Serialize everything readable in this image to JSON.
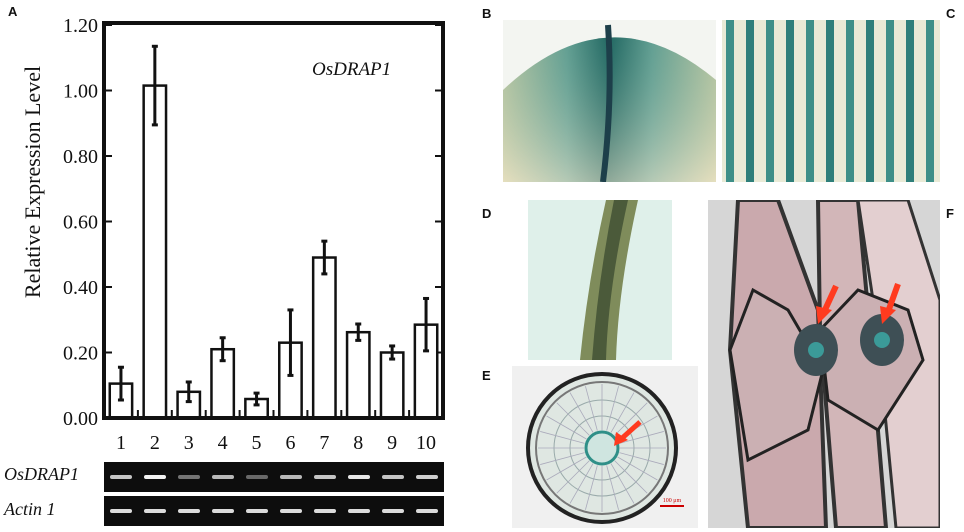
{
  "panels": {
    "A": "A",
    "B": "B",
    "C": "C",
    "D": "D",
    "E": "E",
    "F": "F"
  },
  "chart_data": {
    "type": "bar",
    "title": "OsDRAP1",
    "ylabel": "Relative Expression Level",
    "xlabel": "",
    "categories": [
      "1",
      "2",
      "3",
      "4",
      "5",
      "6",
      "7",
      "8",
      "9",
      "10"
    ],
    "values": [
      0.105,
      1.015,
      0.08,
      0.21,
      0.058,
      0.23,
      0.49,
      0.262,
      0.2,
      0.285
    ],
    "errors": [
      0.05,
      0.12,
      0.03,
      0.035,
      0.018,
      0.1,
      0.05,
      0.025,
      0.02,
      0.08
    ],
    "ylim": [
      0,
      1.2
    ],
    "yticks": [
      "0.00",
      "0.20",
      "0.40",
      "0.60",
      "0.80",
      "1.00",
      "1.20"
    ],
    "ytick_values": [
      0,
      0.2,
      0.4,
      0.6,
      0.8,
      1.0,
      1.2
    ],
    "grid": false
  },
  "gel": {
    "rows": [
      {
        "label": "OsDRAP1",
        "intensity": [
          0.8,
          1.0,
          0.45,
          0.75,
          0.4,
          0.75,
          0.8,
          0.95,
          0.8,
          0.85
        ]
      },
      {
        "label": "Actin 1",
        "intensity": [
          0.9,
          0.9,
          0.9,
          0.9,
          0.9,
          0.9,
          0.9,
          0.9,
          0.9,
          0.9
        ]
      }
    ]
  },
  "micrographs": {
    "scale_bar_label": "100 μm"
  },
  "colors": {
    "gus_stain": "#2f8f88",
    "arrow": "#ff3b1f",
    "gel_bg": "#0d0d0d"
  }
}
